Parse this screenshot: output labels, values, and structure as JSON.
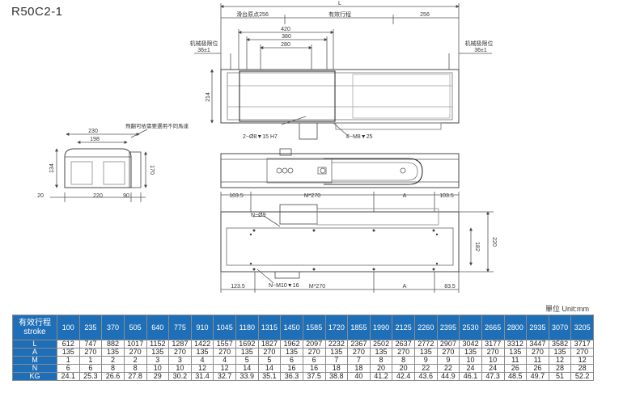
{
  "model": "R50C2-1",
  "unit_label": "單位 Unit:mm",
  "dims": {
    "top": {
      "L": "L",
      "slider_origin": "滑台原点256",
      "stroke_cn": "有效行程",
      "d256": "256",
      "d420": "420",
      "d380": "380",
      "d280": "280",
      "left_limit": "机械极限位",
      "left_limit_val": "36±1",
      "right_limit": "机械极限位",
      "right_limit_val": "36±1",
      "d214": "214",
      "hole_left": "2−Ø8▼15  H7",
      "hole_right": "8−M8▼25"
    },
    "end": {
      "d230": "230",
      "d198": "198",
      "note": "飛翻可依需要選用不同馬達",
      "d134": "134",
      "d170": "170",
      "d20": "20",
      "d220": "220",
      "d90": "90"
    },
    "bottom": {
      "d103_5_left": "103.5",
      "m270": "M*270",
      "a_top": "A",
      "d103_5_right": "103.5",
      "n_hole": "N−Ø9",
      "d182": "182",
      "d220v": "220",
      "d123_5": "123.5",
      "m_hole": "N−M10▼16",
      "m270_bottom": "M*270",
      "a_bottom": "A",
      "d83_5": "83.5"
    }
  },
  "table": {
    "corner_cn": "有效行程",
    "corner_en": "stroke",
    "strokes": [
      "100",
      "235",
      "370",
      "505",
      "640",
      "775",
      "910",
      "1045",
      "1180",
      "1315",
      "1450",
      "1585",
      "1720",
      "1855",
      "1990",
      "2125",
      "2260",
      "2395",
      "2530",
      "2665",
      "2800",
      "2935",
      "3070",
      "3205"
    ],
    "rows": [
      {
        "label": "L",
        "values": [
          "612",
          "747",
          "882",
          "1017",
          "1152",
          "1287",
          "1422",
          "1557",
          "1692",
          "1827",
          "1962",
          "2097",
          "2232",
          "2367",
          "2502",
          "2637",
          "2772",
          "2907",
          "3042",
          "3177",
          "3312",
          "3447",
          "3582",
          "3717"
        ]
      },
      {
        "label": "A",
        "values": [
          "135",
          "270",
          "135",
          "270",
          "135",
          "270",
          "135",
          "270",
          "135",
          "270",
          "135",
          "270",
          "135",
          "270",
          "135",
          "270",
          "135",
          "270",
          "135",
          "270",
          "135",
          "270",
          "135",
          "270"
        ]
      },
      {
        "label": "M",
        "values": [
          "1",
          "1",
          "2",
          "2",
          "3",
          "3",
          "4",
          "4",
          "5",
          "5",
          "6",
          "6",
          "7",
          "7",
          "8",
          "8",
          "9",
          "9",
          "10",
          "10",
          "11",
          "11",
          "12",
          "12"
        ]
      },
      {
        "label": "N",
        "values": [
          "6",
          "6",
          "8",
          "8",
          "10",
          "10",
          "12",
          "12",
          "14",
          "14",
          "16",
          "16",
          "18",
          "18",
          "20",
          "20",
          "22",
          "22",
          "24",
          "24",
          "26",
          "26",
          "28",
          "28"
        ]
      },
      {
        "label": "KG",
        "values": [
          "24.1",
          "25.3",
          "26.6",
          "27.8",
          "29",
          "30.2",
          "31.4",
          "32.7",
          "33.9",
          "35.1",
          "36.3",
          "37.5",
          "38.8",
          "40",
          "41.2",
          "42.4",
          "43.6",
          "44.9",
          "46.1",
          "47.3",
          "48.5",
          "49.7",
          "51",
          "52.2"
        ]
      }
    ]
  }
}
